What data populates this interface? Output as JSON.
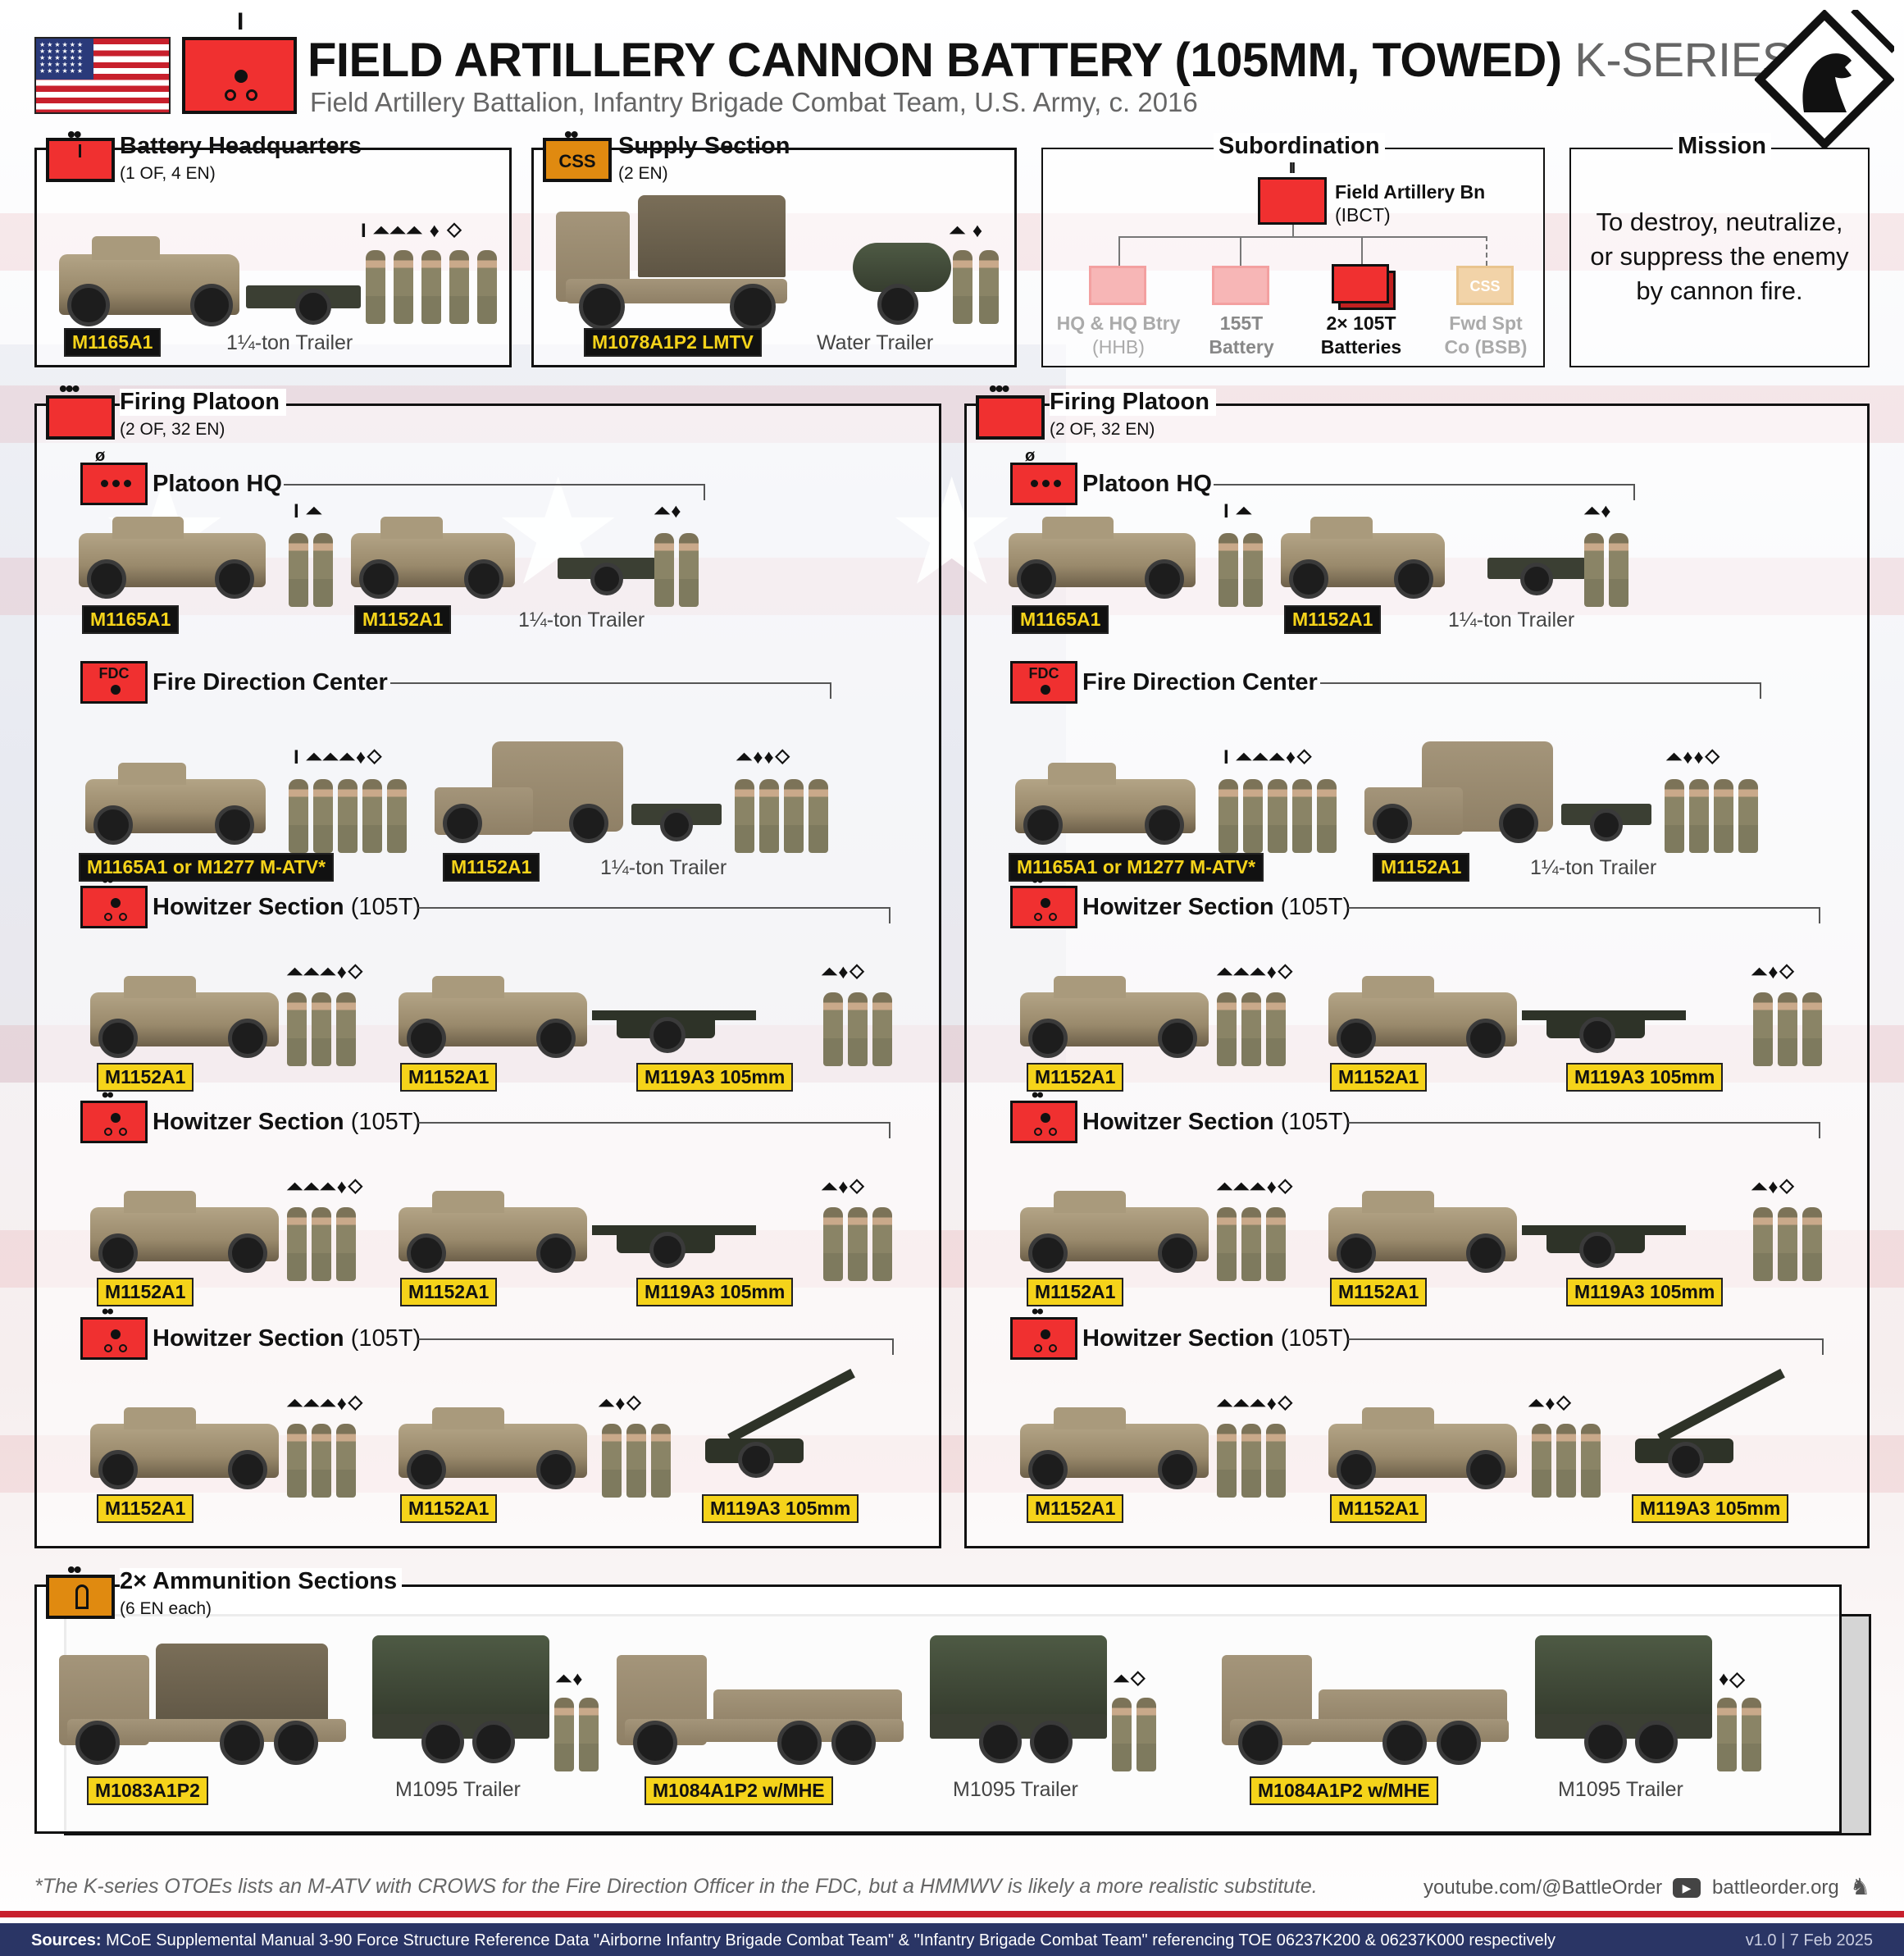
{
  "header": {
    "title": "FIELD ARTILLERY CANNON BATTERY (105MM, TOWED)",
    "title_suffix": "K-SERIES",
    "subtitle": "Field Artillery Battalion, Infantry Brigade Combat Team, U.S. Army, c. 2016",
    "unit_size_mark": "I"
  },
  "hq": {
    "title": "Battery Headquarters",
    "strength": "(1 OF, 4 EN)",
    "size_mark": "••",
    "vehicle_label": "M1165A1",
    "trailer_caption": "1¼-ton Trailer",
    "ranks": "I ⏶⏶⏶ ♦ ◇"
  },
  "supply": {
    "title": "Supply Section",
    "strength": "(2 EN)",
    "size_mark": "••",
    "symbol_text": "CSS",
    "vehicle_label": "M1078A1P2 LMTV",
    "trailer_caption": "Water Trailer",
    "ranks": "⏶ ♦"
  },
  "subordination": {
    "title": "Subordination",
    "parent_mark": "II",
    "parent_name": "Field Artillery Bn",
    "parent_sub": "(IBCT)",
    "children": [
      {
        "line1": "HQ & HQ Btry",
        "line2": "(HHB)",
        "mark": "II"
      },
      {
        "line1": "155T",
        "line2": "Battery",
        "mark": ""
      },
      {
        "line1": "2× 105T",
        "line2": "Batteries",
        "mark": ""
      },
      {
        "line1": "Fwd Spt",
        "line2": "Co (BSB)",
        "mark": "II",
        "symbol_text": "CSS"
      }
    ]
  },
  "mission": {
    "title": "Mission",
    "text": "To destroy, neutralize, or suppress the enemy by cannon fire."
  },
  "platoon": {
    "title": "Firing Platoon",
    "strength": "(2 OF, 32 EN)",
    "size_mark": "•••",
    "platoon_hq": {
      "title": "Platoon HQ",
      "mark": "ø",
      "v1": "M1165A1",
      "v2": "M1152A1",
      "trailer": "1¼-ton Trailer"
    },
    "fdc": {
      "title": "Fire Direction Center",
      "symbol_text": "FDC",
      "v1": "M1165A1 or M1277 M-ATV*",
      "v2": "M1152A1",
      "trailer": "1¼-ton Trailer"
    },
    "howitzer_title": "Howitzer Section",
    "howitzer_suffix": "(105T)",
    "howitzer_mark": "••",
    "howitzer_v": "M1152A1",
    "howitzer_gun": "M119A3 105mm"
  },
  "ammo": {
    "title": "2× Ammunition Sections",
    "strength": "(6 EN each)",
    "size_mark": "••",
    "v1": "M1083A1P2",
    "v2": "M1084A1P2 w/MHE",
    "v3": "M1084A1P2 w/MHE",
    "trailer": "M1095 Trailer"
  },
  "footnote": "*The K-series OTOEs lists an M-ATV with CROWS for the Fire Direction Officer in the FDC, but a HMMWV is likely a more realistic substitute.",
  "links": {
    "youtube": "youtube.com/@BattleOrder",
    "site": "battleorder.org"
  },
  "footer": {
    "sources_label": "Sources:",
    "sources": "MCoE Supplemental Manual 3-90 Force Structure Reference Data \"Airborne Infantry Brigade Combat Team\" & \"Infantry Brigade Combat Team\" referencing TOE 06237K200 & 06237K000 respectively",
    "version": "v1.0 | 7 Feb 2025"
  },
  "colors": {
    "artillery_red": "#f03030",
    "sustain_orange": "#e08a10",
    "label_yellow": "#f5d31a",
    "footer_navy": "#2a3565"
  }
}
